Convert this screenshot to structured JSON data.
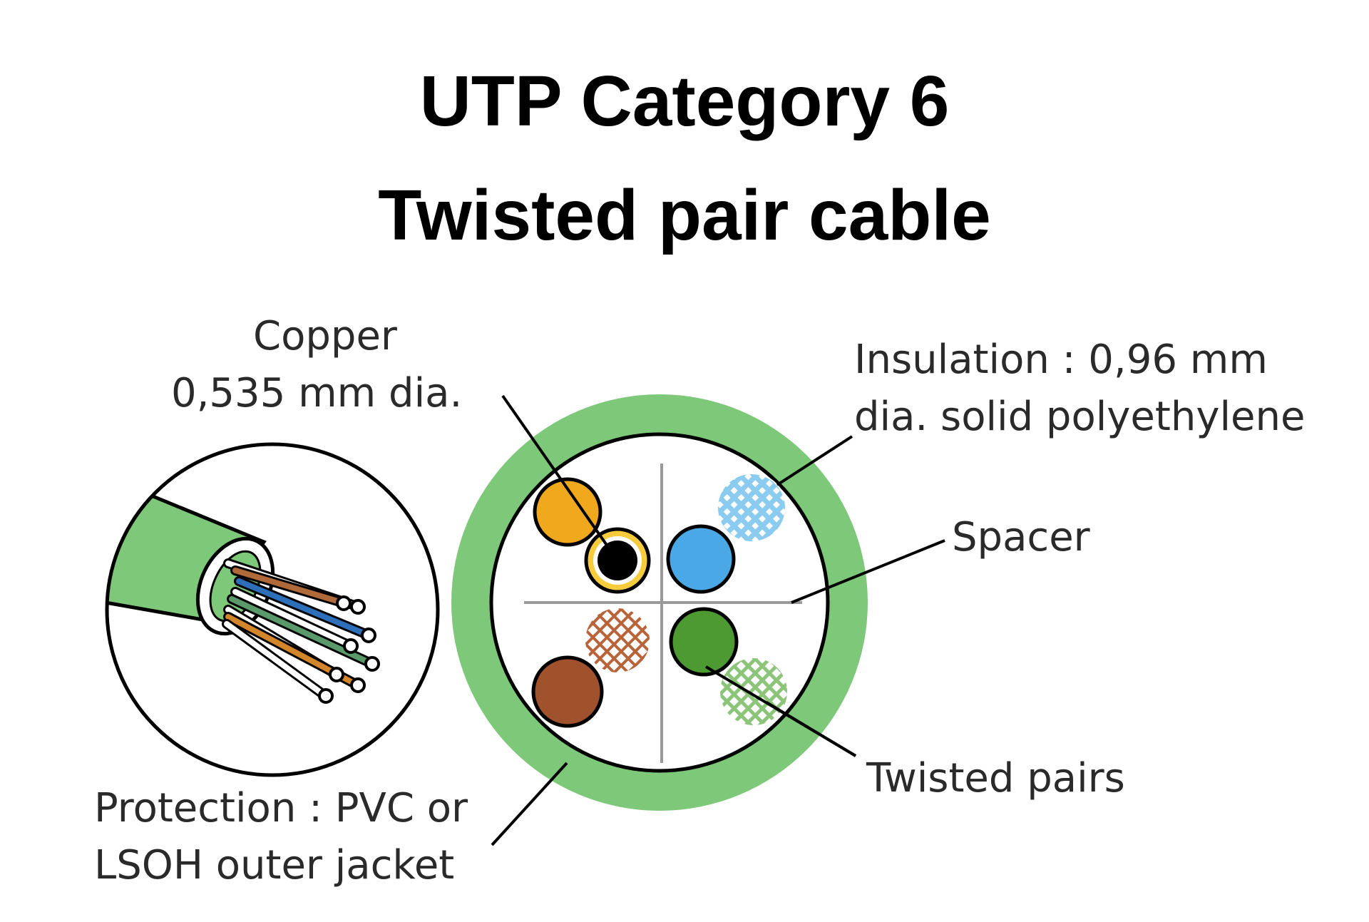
{
  "title": {
    "line1": "UTP Category 6",
    "line2": "Twisted pair cable"
  },
  "labels": {
    "copper_line1": "Copper",
    "copper_line2": "0,535 mm dia.",
    "insulation_line1": "Insulation : 0,96 mm",
    "insulation_line2": "dia. solid polyethylene",
    "spacer": "Spacer",
    "twisted_pairs": "Twisted pairs",
    "protection_line1": "Protection : PVC or",
    "protection_line2": "LSOH outer jacket"
  },
  "colors": {
    "jacket_green": "#7ec87a",
    "orange": "#f0a81c",
    "blue": "#4aa8e6",
    "brown": "#a0522d",
    "green": "#4e9a32",
    "outline": "#000000"
  }
}
